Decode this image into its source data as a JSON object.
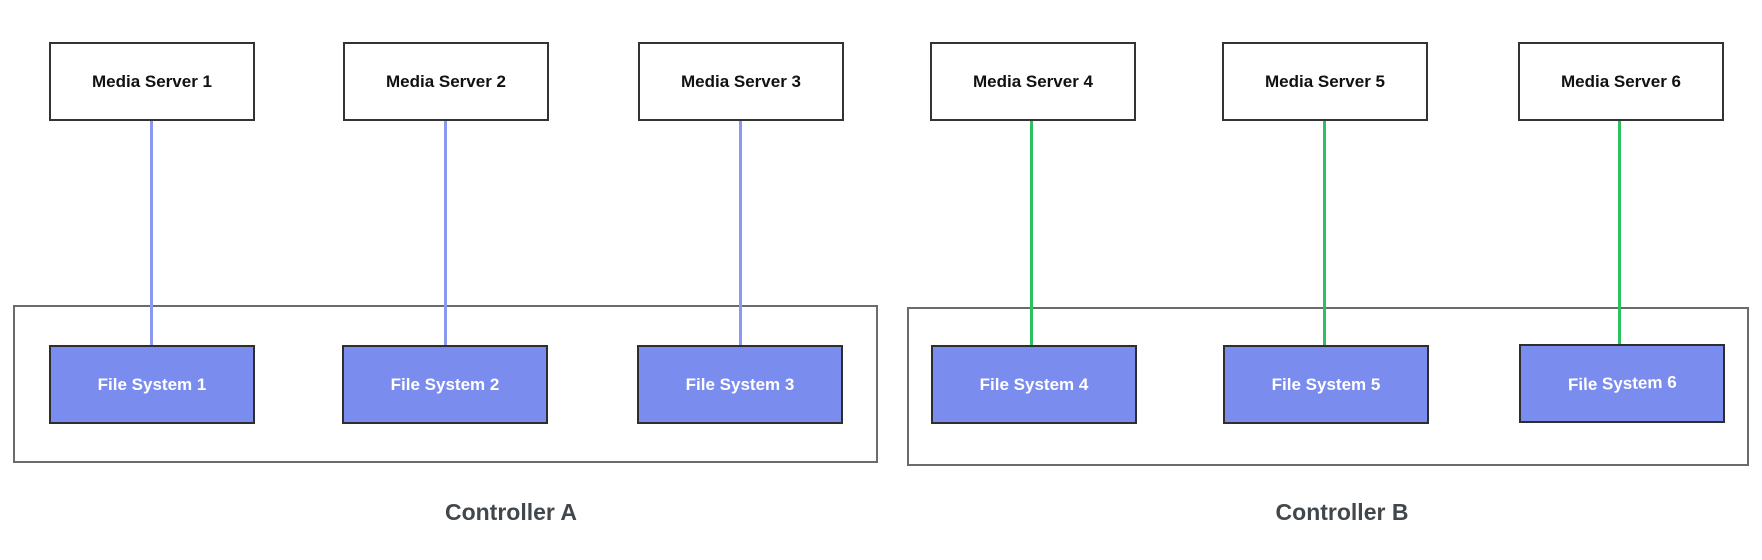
{
  "media_servers": [
    {
      "label": "Media Server 1"
    },
    {
      "label": "Media Server 2"
    },
    {
      "label": "Media Server 3"
    },
    {
      "label": "Media Server 4"
    },
    {
      "label": "Media Server 5"
    },
    {
      "label": "Media Server 6"
    }
  ],
  "file_systems": [
    {
      "label": "File System 1"
    },
    {
      "label": "File System 2"
    },
    {
      "label": "File System 3"
    },
    {
      "label": "File System 4"
    },
    {
      "label": "File System 5"
    },
    {
      "label": "File System 6"
    }
  ],
  "controllers": [
    {
      "label": "Controller A",
      "connector_color": "#8a98f0"
    },
    {
      "label": "Controller B",
      "connector_color": "#2cc05e"
    }
  ],
  "links": [
    {
      "from": "Media Server 1",
      "to": "File System 1",
      "color": "#8a98f0"
    },
    {
      "from": "Media Server 2",
      "to": "File System 2",
      "color": "#8a98f0"
    },
    {
      "from": "Media Server 3",
      "to": "File System 3",
      "color": "#8a98f0"
    },
    {
      "from": "Media Server 4",
      "to": "File System 4",
      "color": "#2cc05e"
    },
    {
      "from": "Media Server 5",
      "to": "File System 5",
      "color": "#2cc05e"
    },
    {
      "from": "Media Server 6",
      "to": "File System 6",
      "color": "#2cc05e"
    }
  ],
  "colors": {
    "background": "#ffffff",
    "file_system_fill": "#7b8cef",
    "file_system_text": "#ffffff",
    "server_border": "#333333",
    "container_border": "#6b6b6b",
    "caption_text": "#42474b"
  }
}
